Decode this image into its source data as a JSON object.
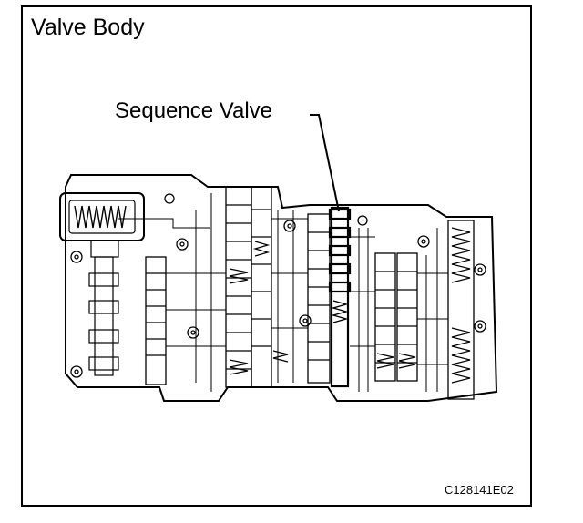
{
  "figure": {
    "title": "Valve Body",
    "callout_label": "Sequence Valve",
    "figure_id": "C128141E02"
  }
}
